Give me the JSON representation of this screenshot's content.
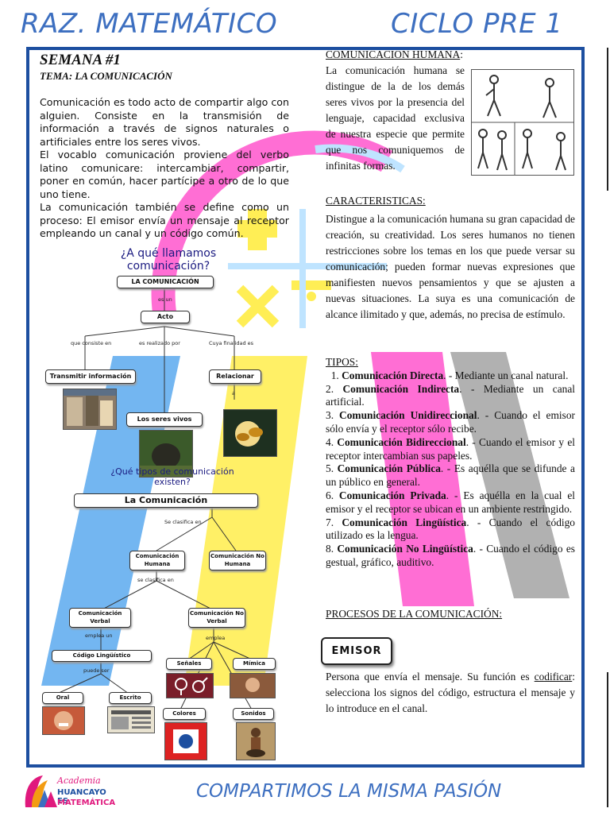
{
  "header": {
    "left": "RAZ. MATEMÁTICO",
    "right": "CICLO PRE 1"
  },
  "semana": "SEMANA #1",
  "tema": "TEMA: LA COMUNICACIÓN",
  "intro_paragraphs": [
    "Comunicación es todo acto de compartir algo con alguien. Consiste en la transmisión de información a través de signos naturales o artificiales entre los seres vivos.",
    "El vocablo comunicación proviene del verbo latino comunicare: intercambiar, compartir, poner en común, hacer partícipe a otro de lo que uno tiene.",
    "La comunicación también se define como un proceso: El emisor envía un mensaje al receptor empleando un canal y un código común."
  ],
  "map": {
    "q1": "¿A qué llamamos comunicación?",
    "root": "LA COMUNICACIÓN",
    "es_un": "es un",
    "acto": "Acto",
    "link_left": "que consiste en",
    "link_mid": "es realizado por",
    "link_right": "Cuya finalidad es",
    "transmitir": "Transmitir información",
    "relacionar": "Relacionar",
    "a": "a",
    "seres": "Los seres vivos",
    "q2": "¿Qué tipos de comunicación existen?",
    "root2": "La Comunicación",
    "se_clasifica": "Se clasifica en",
    "humana": "Comunicación Humana",
    "no_humana": "Comunicación No Humana",
    "se_clasifica2": "se clasifica en",
    "verbal": "Comunicación Verbal",
    "no_verbal": "Comunicación No Verbal",
    "emplea_un": "emplea un",
    "emplea": "emplea",
    "codigo": "Código Lingüístico",
    "puede_ser": "puede ser",
    "oral": "Oral",
    "escrito": "Escrito",
    "senales": "Señales",
    "mimica": "Mímica",
    "colores": "Colores",
    "sonidos": "Sonidos"
  },
  "comunicacion_humana": {
    "title": "COMUNICACIÓN HUMANA",
    "colon": ":",
    "text": "La comunicación humana se distingue de la de los demás seres vivos por la presencia del lenguaje, capacidad exclusiva de nuestra especie que permite que nos comuniquemos de infinitas formas."
  },
  "caracteristicas": {
    "title": "CARACTERISTICAS:",
    "text": "Distingue a la comunicación humana su gran capacidad de creación, su creatividad. Los seres humanos no tienen restricciones sobre los temas en los que puede versar su comunicación; pueden formar nuevas expresiones que manifiesten nuevos pensamientos y que se ajusten a nuevas situaciones. La suya es una comunicación de alcance ilimitado y que, además, no precisa de estímulo."
  },
  "tipos": {
    "title": "TIPOS:",
    "items": [
      {
        "n": "1.",
        "name": "Comunicación Directa",
        "desc": ". - Mediante un canal natural."
      },
      {
        "n": "2.",
        "name": "Comunicación Indirecta",
        "desc": ". - Mediante un canal artificial."
      },
      {
        "n": "3.",
        "name": "Comunicación Unidireccional",
        "desc": ". - Cuando el emisor sólo envía y el receptor sólo recibe."
      },
      {
        "n": "4.",
        "name": "Comunicación Bidireccional",
        "desc": ". - Cuando el emisor y el receptor intercambian sus papeles."
      },
      {
        "n": "5.",
        "name": "Comunicación Pública",
        "desc": ". - Es aquélla que se difunde a un público en general."
      },
      {
        "n": "6.",
        "name": "Comunicación Privada",
        "desc": ". - Es aquélla en la cual el emisor y el receptor se ubican en un ambiente restringido."
      },
      {
        "n": "7.",
        "name": "Comunicación Lingüística",
        "desc": ". - Cuando el código utilizado es la lengua."
      },
      {
        "n": "8.",
        "name": "Comunicación No Lingüística",
        "desc": ". - Cuando el código es gestual, gráfico, auditivo."
      }
    ]
  },
  "procesos": "PROCESOS DE LA COMUNICACIÓN:",
  "emisor": {
    "label": "EMISOR",
    "text_a": "Persona que envía el mensaje. Su función es ",
    "text_link": "codificar",
    "text_b": ": selecciona los signos del código, estructura el mensaje y lo introduce en el canal."
  },
  "footer": "COMPARTIMOS LA MISMA PASIÓN",
  "logo": {
    "line1": "Academia",
    "line2": "HUANCAYO ES",
    "line3": "MATEMÁTICA"
  },
  "colors": {
    "brand_blue": "#3d6fc0",
    "frame_blue": "#1d4fa0",
    "magenta": "#ff4fc4",
    "yellow": "#ffee55",
    "sky": "#5aa9ee",
    "gray": "#9e9e9e"
  }
}
